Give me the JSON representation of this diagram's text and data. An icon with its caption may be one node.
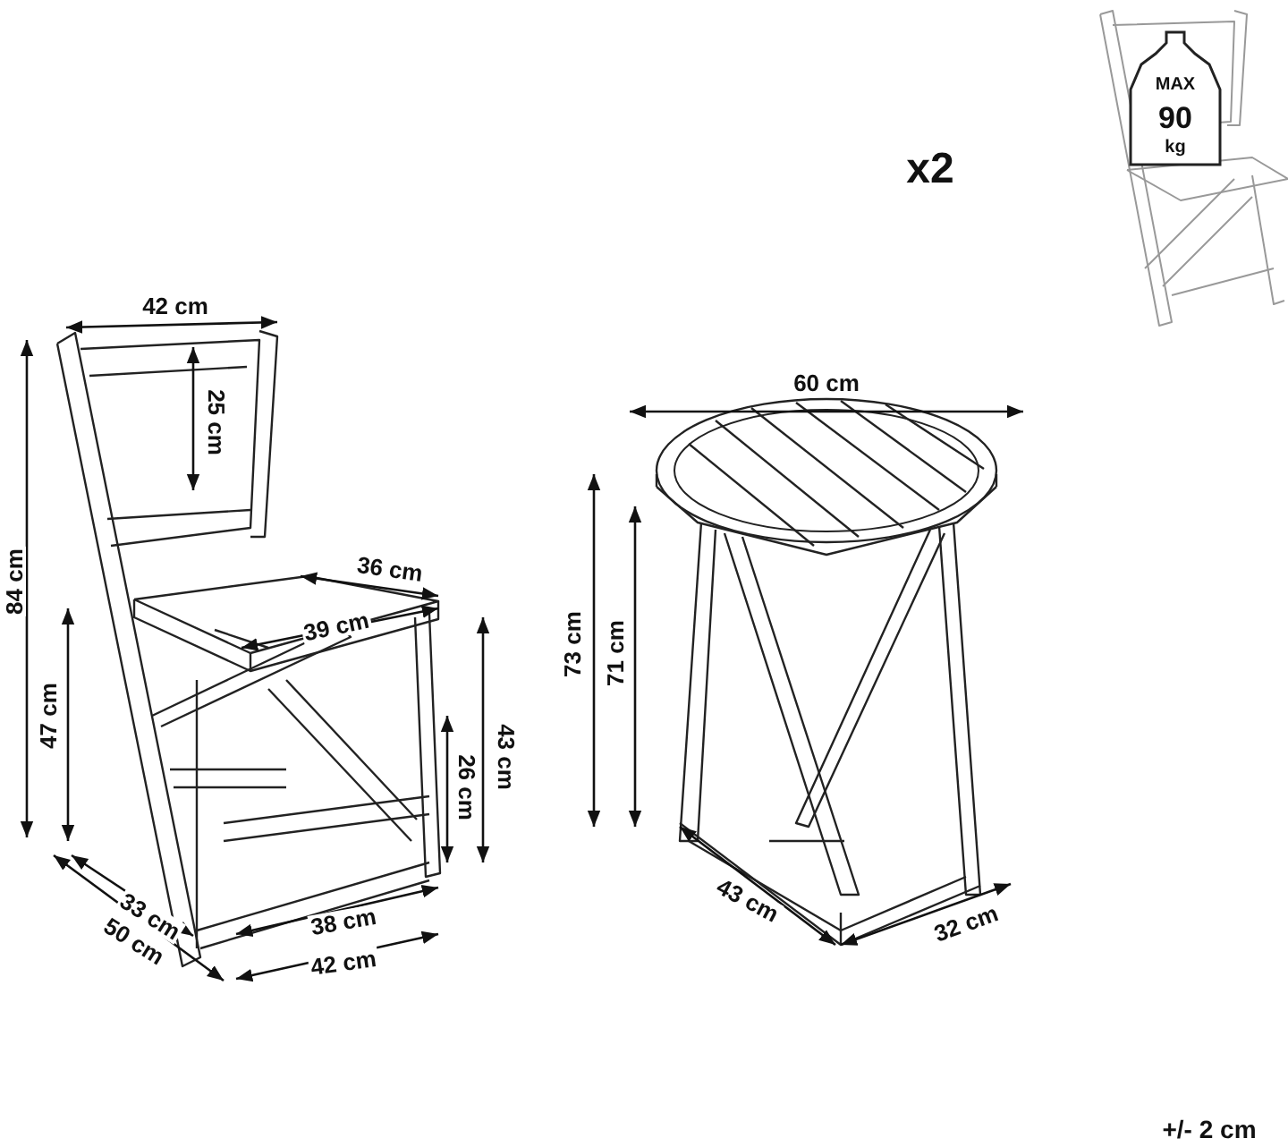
{
  "diagram": {
    "labels": [
      "MAX",
      "90",
      "kg",
      "x2",
      "42 cm",
      "25 cm",
      "84 cm",
      "60 cm",
      "73 cm",
      "71 cm",
      "36 cm",
      "39 cm",
      "47 cm",
      "43 cm",
      "26 cm",
      "33 cm",
      "38 cm",
      "43 cm",
      "32 cm",
      "50 cm",
      "42 cm",
      "+/- 2 cm"
    ]
  }
}
